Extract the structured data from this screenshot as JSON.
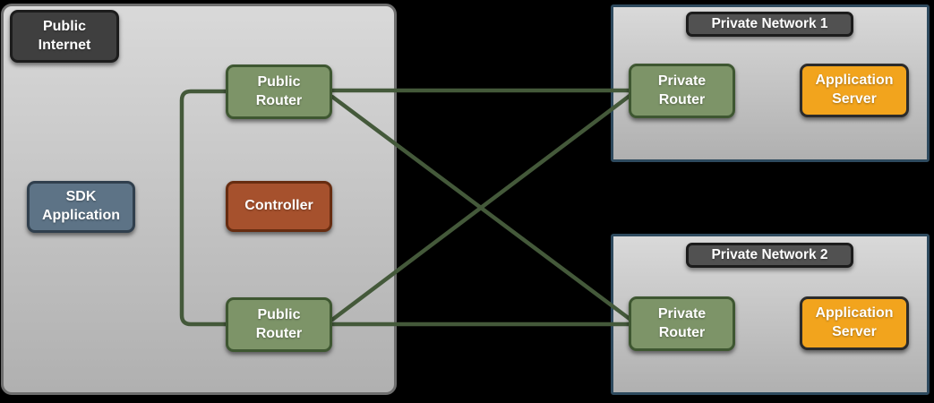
{
  "diagram_title": "SDK network topology diagram",
  "colors": {
    "zone_fill_top": "#d9d9d9",
    "zone_fill_bottom": "#b0b0b0",
    "public_zone_border": "#6e6e6e",
    "private_zone_border": "#2e4a5e",
    "dark_label_fill": "#3f3f3f",
    "dark_label_border": "#1c1c1c",
    "net_title_fill": "#515151",
    "green_fill": "#7d9468",
    "green_border": "#3e5731",
    "rust_fill": "#a6512d",
    "rust_border": "#672c10",
    "slate_fill": "#5d7386",
    "slate_border": "#303f4d",
    "orange_fill": "#f2a41d",
    "orange_border": "#2b2b2b",
    "line_color": "#44593a"
  },
  "zones": {
    "public_internet": {
      "label": "Public Internet",
      "nodes": {
        "sdk_application": "SDK Application",
        "controller": "Controller",
        "public_router_top": "Public Router",
        "public_router_bottom": "Public Router"
      }
    },
    "private_network_1": {
      "label": "Private Network 1",
      "nodes": {
        "private_router": "Private Router",
        "application_server": "Application Server"
      }
    },
    "private_network_2": {
      "label": "Private Network 2",
      "nodes": {
        "private_router": "Private Router",
        "application_server": "Application Server"
      }
    }
  },
  "connections": [
    {
      "from": "public_router_top",
      "to": "public_router_bottom",
      "style": "bracket"
    },
    {
      "from": "public_router_top",
      "to": "private_network_1.private_router",
      "style": "straight"
    },
    {
      "from": "public_router_top",
      "to": "private_network_2.private_router",
      "style": "diagonal"
    },
    {
      "from": "public_router_bottom",
      "to": "private_network_1.private_router",
      "style": "diagonal"
    },
    {
      "from": "public_router_bottom",
      "to": "private_network_2.private_router",
      "style": "straight"
    }
  ]
}
